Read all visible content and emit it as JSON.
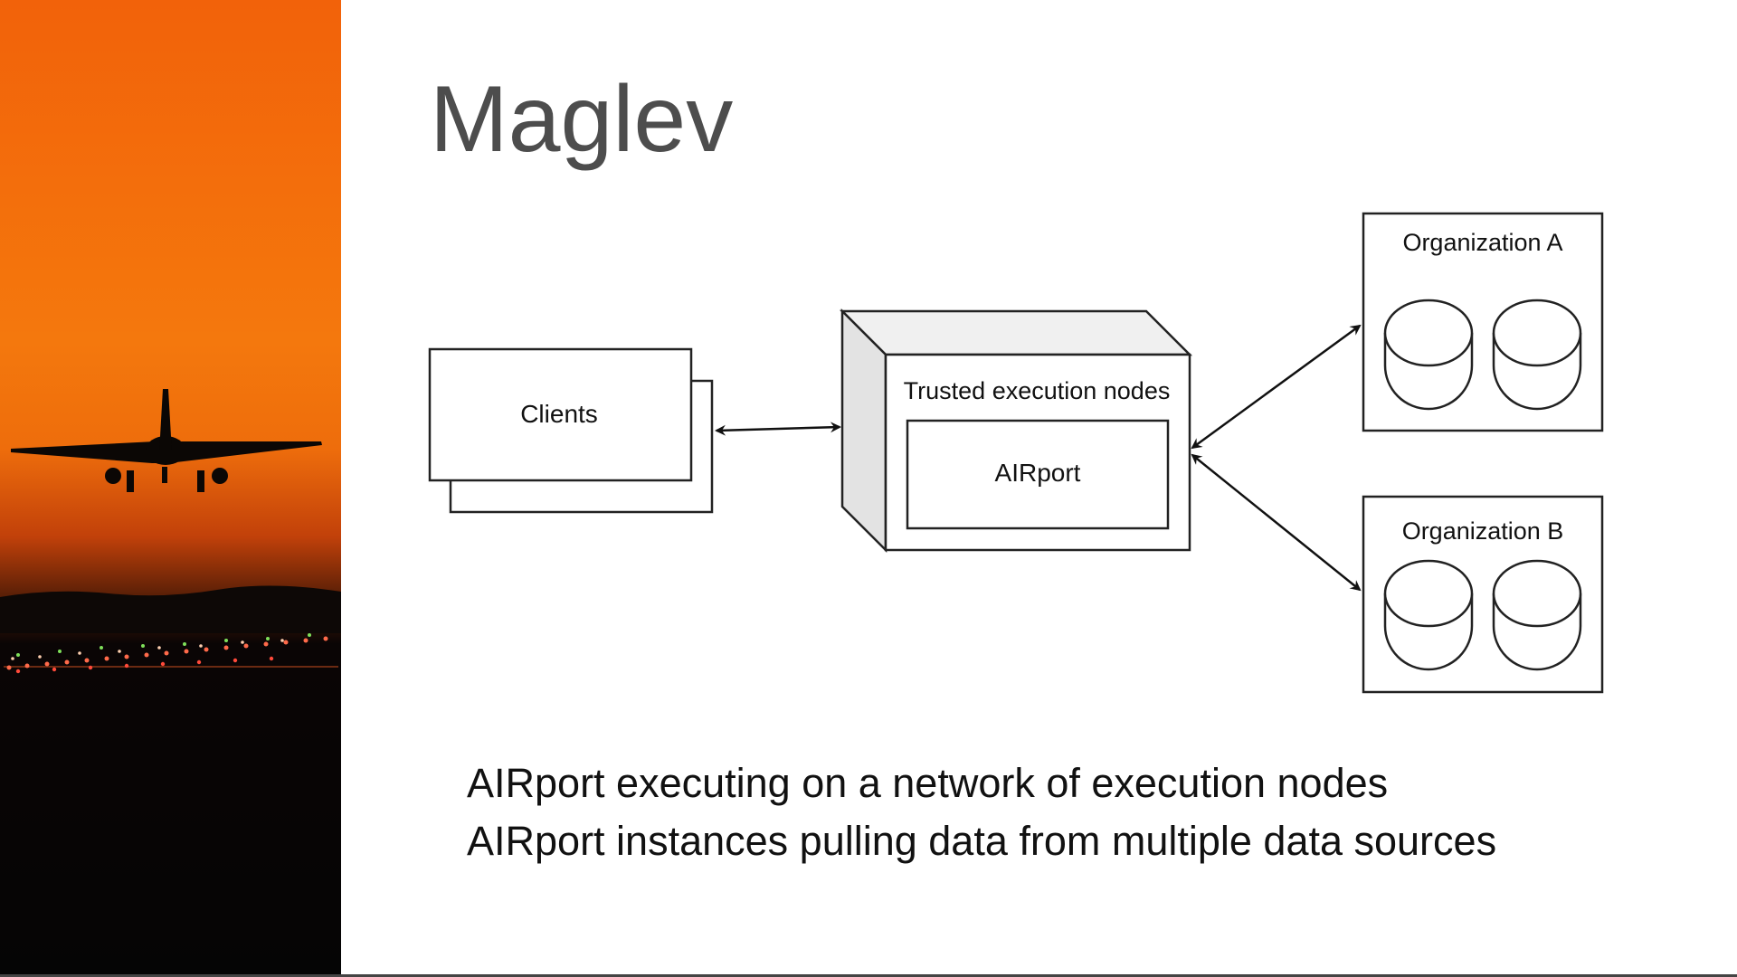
{
  "slide": {
    "title": "Maglev",
    "bullets": [
      "AIRport executing on a network of execution nodes",
      "AIRport instances pulling data from multiple data sources"
    ]
  },
  "diagram": {
    "clients_label": "Clients",
    "execution_nodes_label": "Trusted execution nodes",
    "airport_label": "AIRport",
    "organizations": [
      {
        "label": "Organization A"
      },
      {
        "label": "Organization B"
      }
    ]
  },
  "colors": {
    "sky_top": "#f2620a",
    "sky_mid": "#f4780d",
    "horizon": "#c2410a",
    "ground": "#050505",
    "title": "#4d4d4d",
    "text": "#111111",
    "cube_side": "#e3e3e3"
  },
  "icons": {
    "side_image": "airplane-landing-sunset-photo",
    "datastore": "database-cylinder-icon"
  }
}
